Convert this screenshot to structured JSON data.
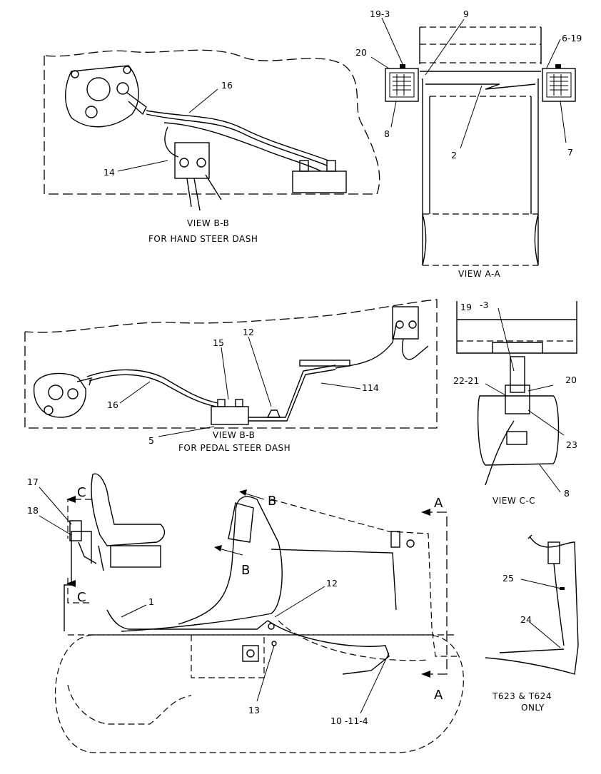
{
  "views": {
    "bb_hand": {
      "title": "VIEW B-B",
      "subtitle": "FOR HAND STEER DASH"
    },
    "aa": {
      "title": "VIEW A-A"
    },
    "bb_pedal": {
      "title": "VIEW B-B",
      "subtitle": "FOR PEDAL STEER DASH"
    },
    "cc": {
      "title": "VIEW C-C"
    },
    "option": {
      "line1": "T623 & T624",
      "line2": "ONLY"
    }
  },
  "section_markers": {
    "a": "A",
    "b": "B",
    "c": "C"
  },
  "callouts": {
    "c16_top": "16",
    "c14_top": "14",
    "c19_3": "19-3",
    "c9": "9",
    "c6_19": "6-19",
    "c20_aa": "20",
    "c8_aa": "8",
    "c2": "2",
    "c7": "7",
    "c15": "15",
    "c12_mid": "12",
    "c16_mid": "16",
    "c114": "114",
    "c5": "5",
    "c19_cc": "19",
    "c3_cc": "-3",
    "c22_21": "22-21",
    "c20_cc": "20",
    "c23": "23",
    "c8_cc": "8",
    "c17": "17",
    "c18": "18",
    "c1": "1",
    "c12_bot": "12",
    "c13": "13",
    "c10_11_4": "10 -11-4",
    "c25": "25",
    "c24": "24"
  }
}
